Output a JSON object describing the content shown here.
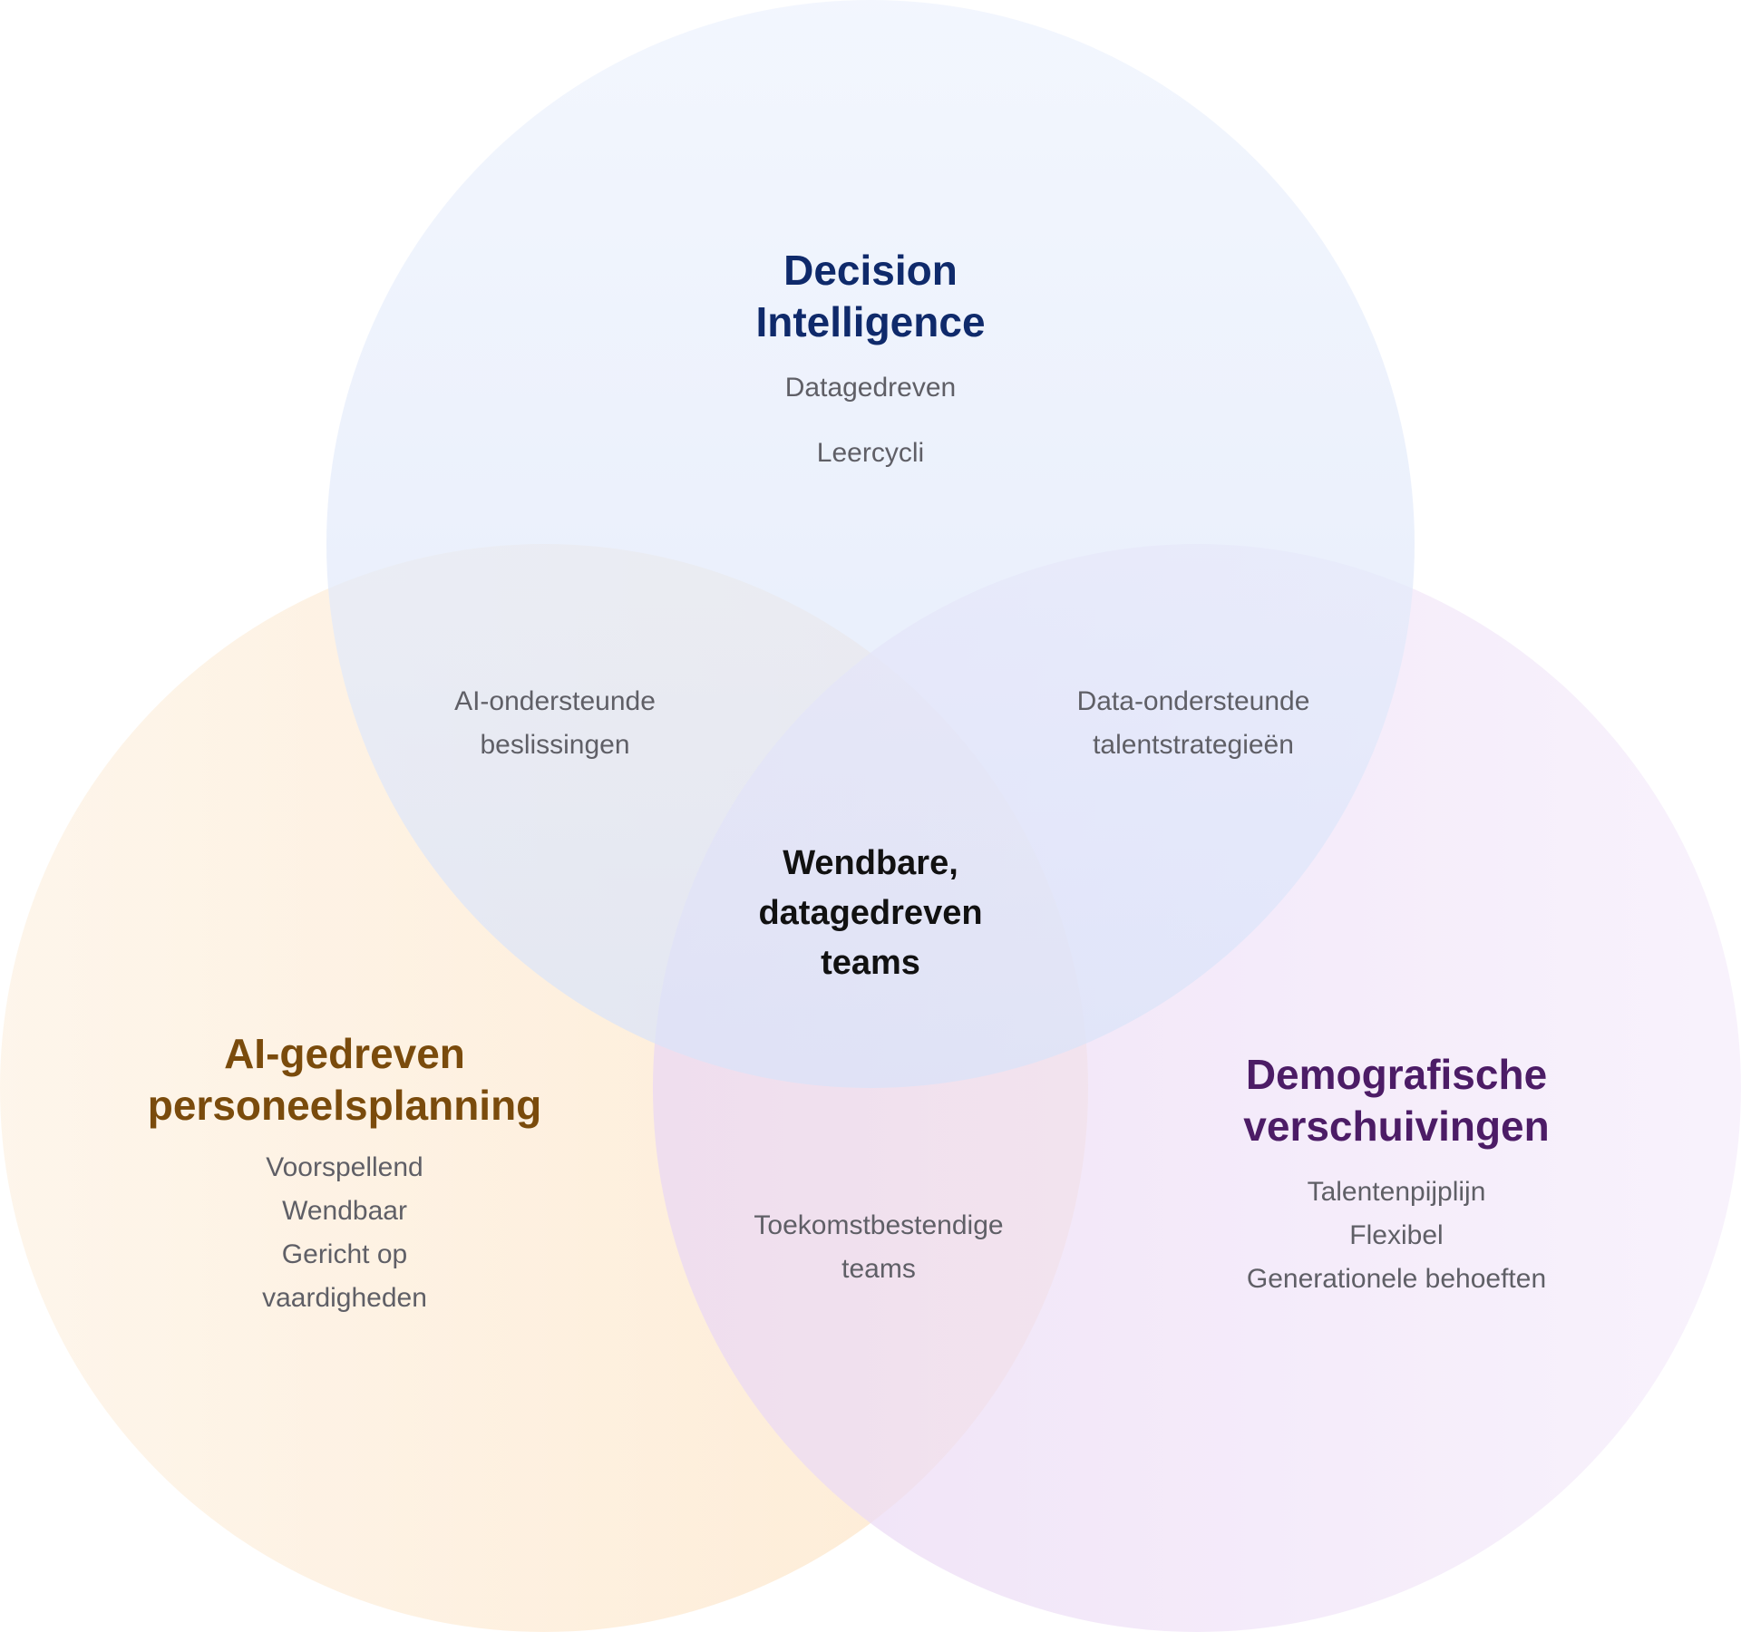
{
  "colors": {
    "top_circle": "#dde7fb",
    "left_circle": "#fde8cf",
    "right_circle": "#ecdcf6",
    "top_title": "#0f2a6b",
    "left_title": "#7a4b0c",
    "right_title": "#4c1c66",
    "muted_text": "#5f5f66"
  },
  "top": {
    "title_line1": "Decision",
    "title_line2": "Intelligence",
    "items": [
      "Datagedreven",
      "Leercycli"
    ]
  },
  "left": {
    "title_line1": "AI-gedreven",
    "title_line2": "personeelsplanning",
    "items": [
      "Voorspellend",
      "Wendbaar",
      "Gericht op",
      "vaardigheden"
    ]
  },
  "right": {
    "title_line1": "Demografische",
    "title_line2": "verschuivingen",
    "items": [
      "Talentenpijplijn",
      "Flexibel",
      "Generationele behoeften"
    ]
  },
  "overlaps": {
    "top_left": [
      "AI-ondersteunde",
      "beslissingen"
    ],
    "top_right": [
      "Data-ondersteunde",
      "talentstrategieën"
    ],
    "left_right": [
      "Toekomstbestendige",
      "teams"
    ]
  },
  "center": {
    "lines": [
      "Wendbare,",
      "datagedreven",
      "teams"
    ]
  }
}
